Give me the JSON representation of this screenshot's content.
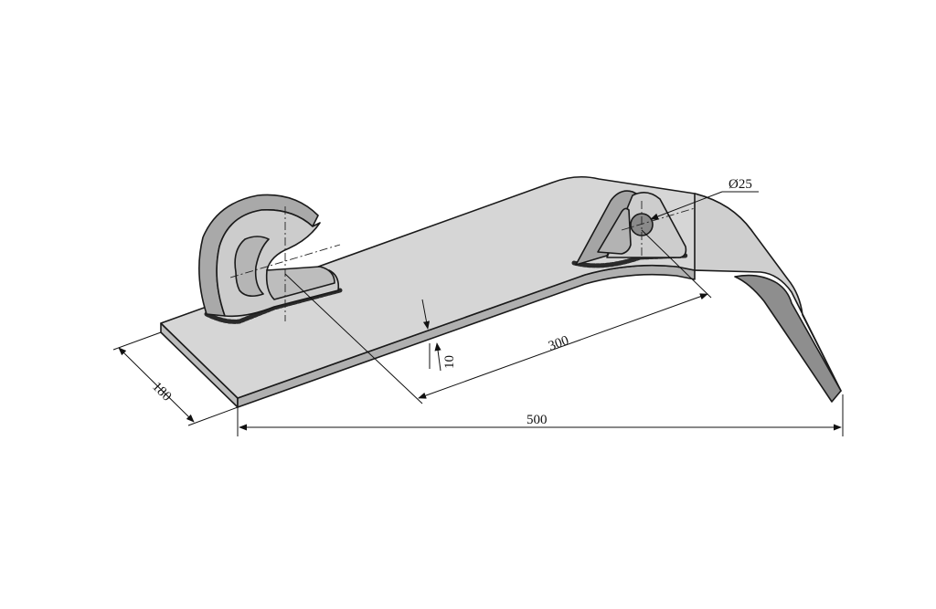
{
  "dimensions": {
    "width": "180",
    "length_total": "500",
    "hole_spacing": "300",
    "thickness": "10",
    "hole_diameter": "Ø25"
  },
  "colors": {
    "steel_top": "#d4d4d4",
    "steel_side": "#b8b8b8",
    "steel_dark": "#8c8c8c",
    "line": "#1a1a1a"
  }
}
